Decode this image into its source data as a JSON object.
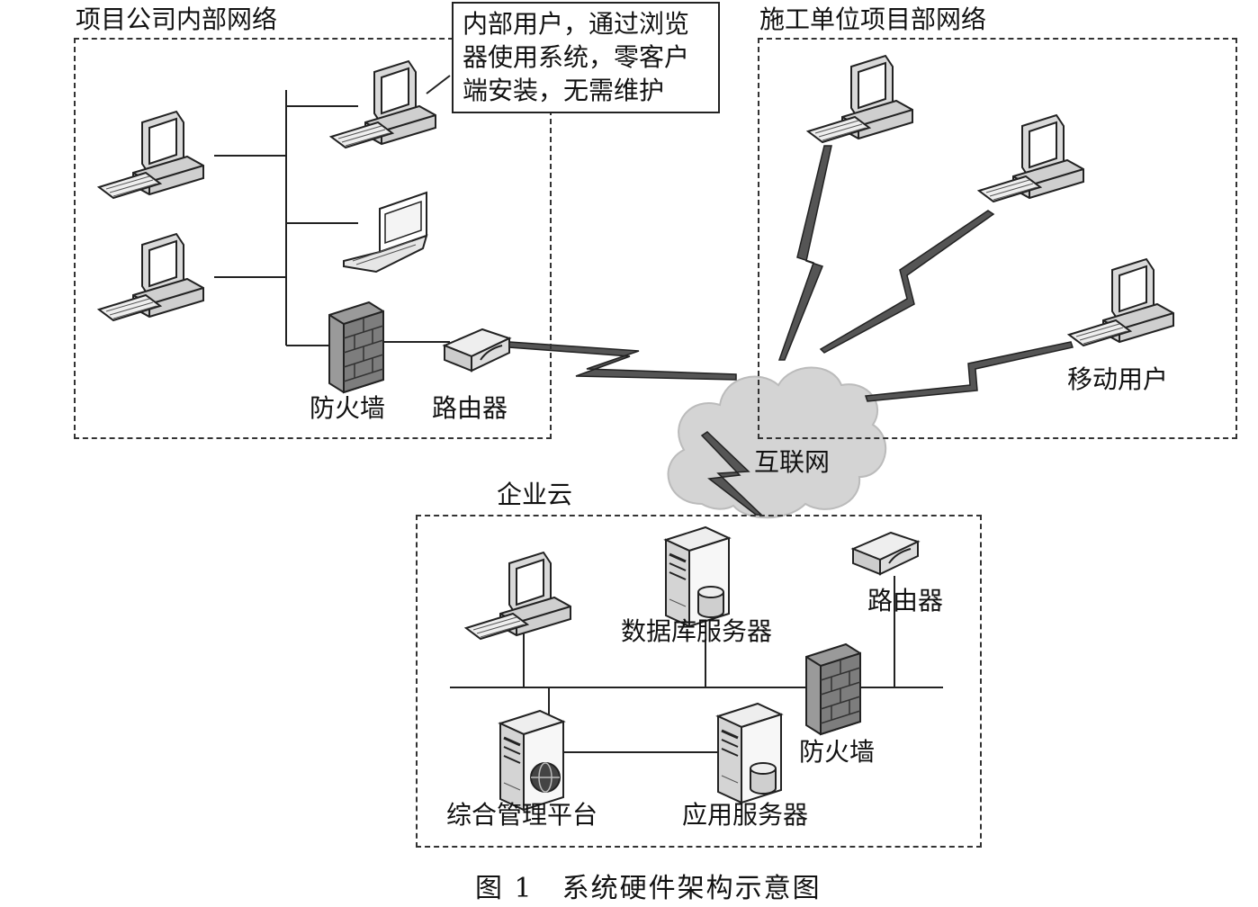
{
  "zones": {
    "internal_network": "项目公司内部网络",
    "construction_network": "施工单位项目部网络",
    "enterprise_cloud": "企业云"
  },
  "callout": {
    "lines": [
      "内部用户，通过浏览",
      "器使用系统，零客户",
      "端安装，无需维护"
    ]
  },
  "labels": {
    "firewall_internal": "防火墙",
    "router_internal": "路由器",
    "mobile_user": "移动用户",
    "internet": "互联网",
    "db_server": "数据库服务器",
    "router_cloud": "路由器",
    "firewall_cloud": "防火墙",
    "mgmt_platform": "综合管理平台",
    "app_server": "应用服务器"
  },
  "caption": "图 1　系统硬件架构示意图"
}
